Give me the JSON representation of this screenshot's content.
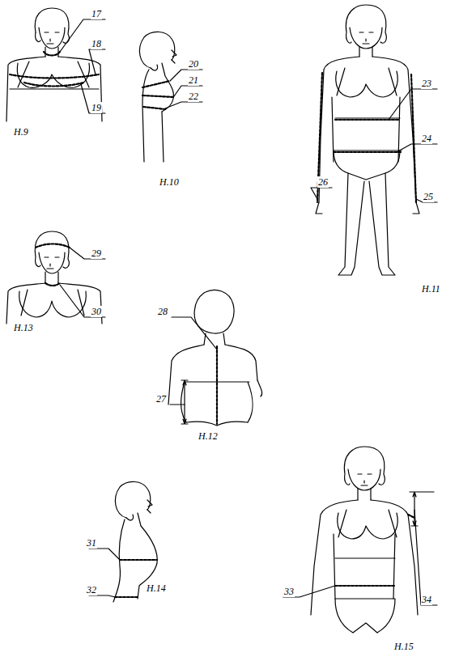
{
  "diagram": {
    "labels": [
      "17",
      "18",
      "19",
      "Н.9",
      "20",
      "21",
      "22",
      "Н.10",
      "23",
      "24",
      "25",
      "26",
      "Н.11",
      "29",
      "30",
      "Н.13",
      "28",
      "27",
      "Н.12",
      "31",
      "32",
      "Н.14",
      "33",
      "34",
      "Н.15"
    ]
  }
}
